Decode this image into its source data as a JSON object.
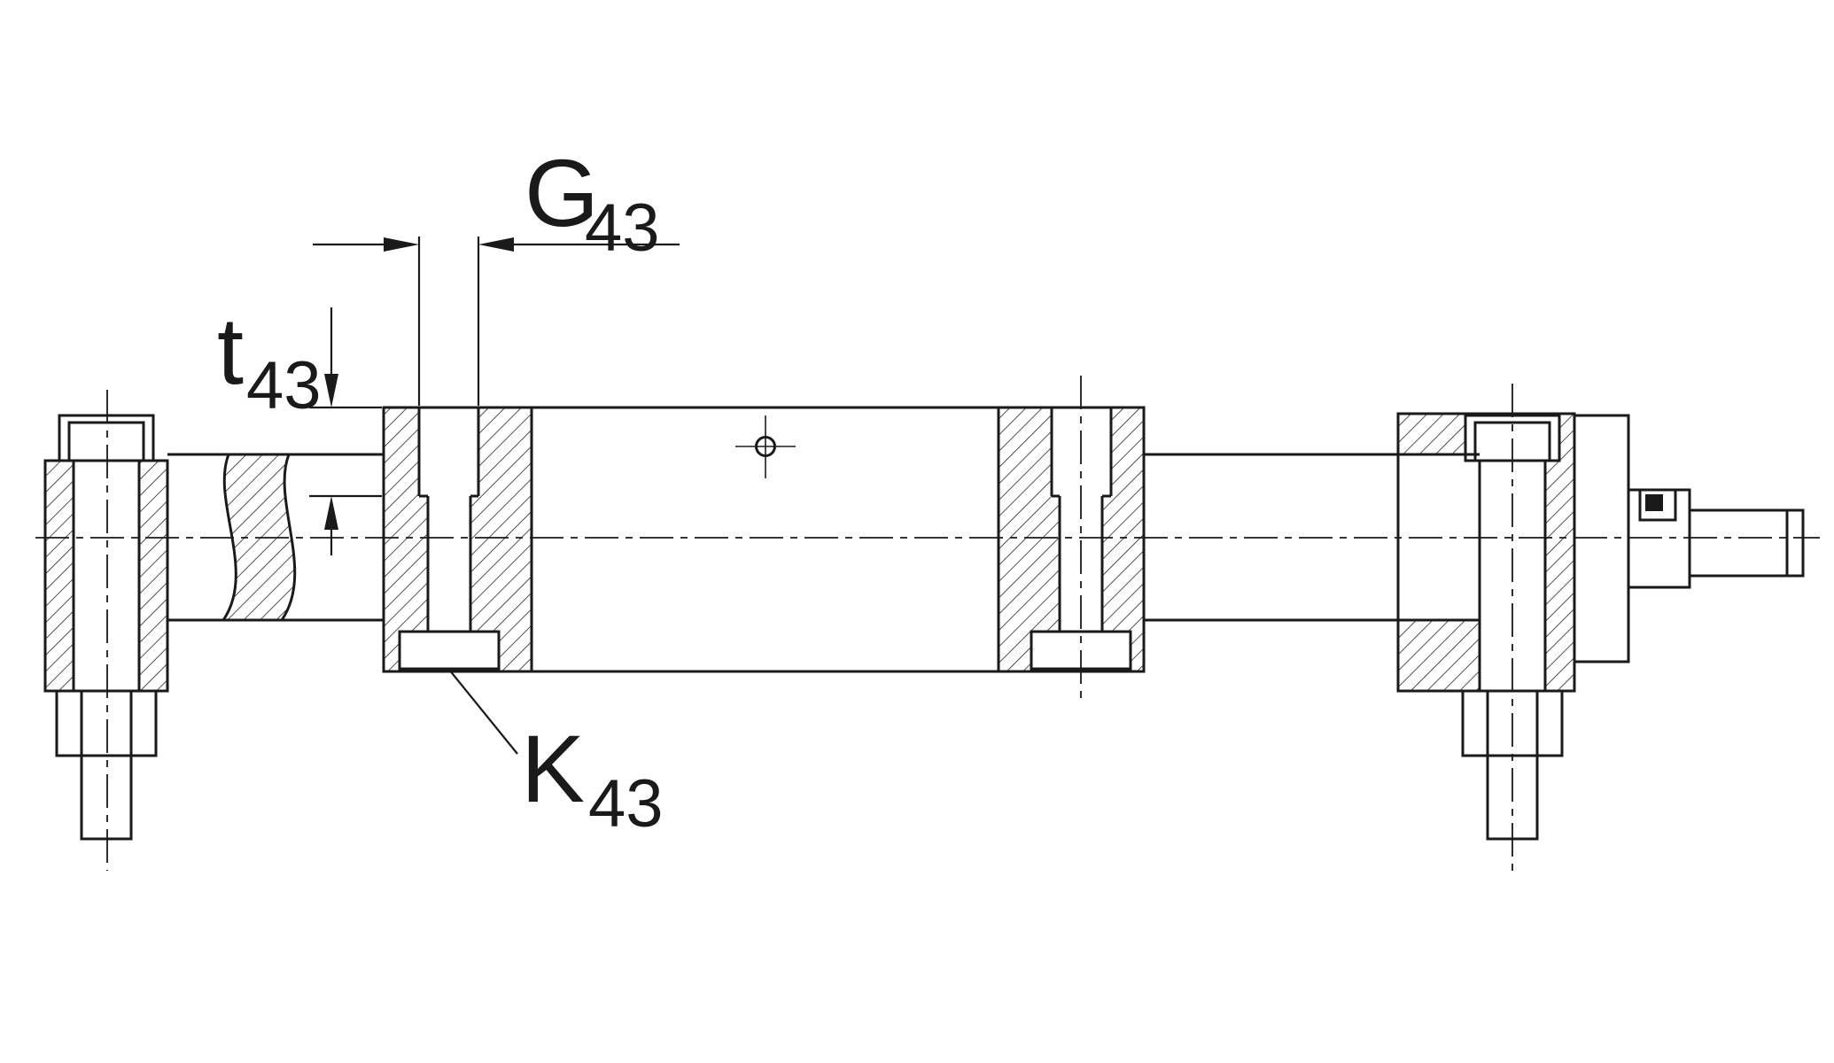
{
  "labels": {
    "g_dim": {
      "symbol": "G",
      "subscript": "43"
    },
    "t_dim": {
      "symbol": "t",
      "subscript": "43"
    },
    "k_dim": {
      "symbol": "K",
      "subscript": "43"
    }
  },
  "colors": {
    "line": "#1a1a1a",
    "background": "#ffffff"
  }
}
